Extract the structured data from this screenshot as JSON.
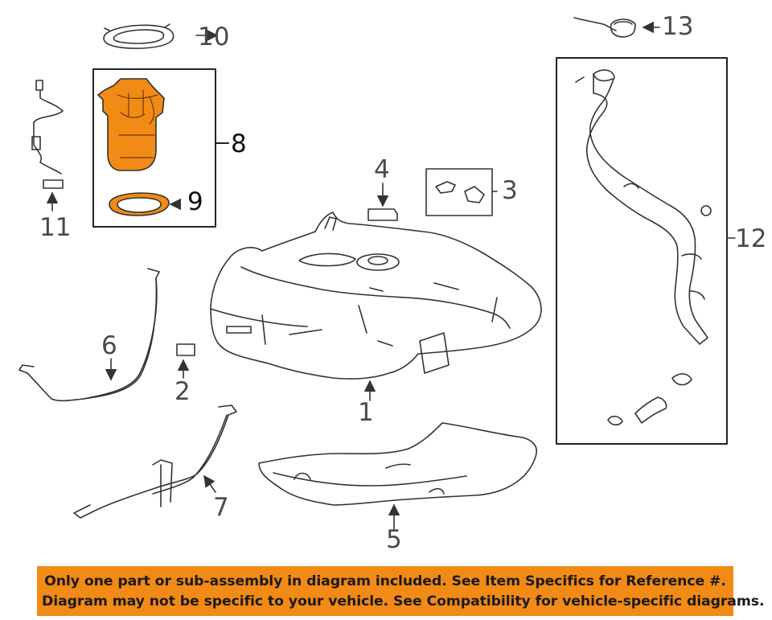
{
  "diagram": {
    "callouts": {
      "c1": "1",
      "c2": "2",
      "c3": "3",
      "c4": "4",
      "c5": "5",
      "c6": "6",
      "c7": "7",
      "c8": "8",
      "c9": "9",
      "c10": "10",
      "c11": "11",
      "c12": "12",
      "c13": "13"
    },
    "highlighted_parts": [
      "fuel-pump-module",
      "fuel-pump-seal"
    ],
    "colors": {
      "highlight": "#f28a16",
      "line": "#333333",
      "callout_text": "#4a4a4a",
      "banner": "#f28a16"
    }
  },
  "notice": {
    "line1": "Only one part or sub-assembly in diagram included. See Item Specifics for Reference #.",
    "line2": "Diagram may not be specific to your vehicle. See Compatibility for vehicle-specific diagrams."
  }
}
